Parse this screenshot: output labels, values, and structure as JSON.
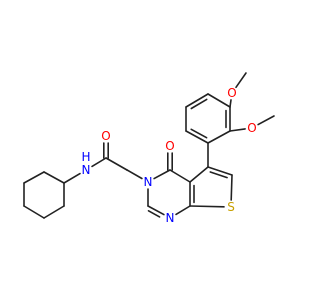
{
  "atoms": [
    {
      "id": "N_amide",
      "text": "N",
      "color": "#0000ff"
    },
    {
      "id": "H_amide",
      "text": "H",
      "color": "#0000ff"
    },
    {
      "id": "O_amide",
      "text": "O",
      "color": "#ff0000"
    },
    {
      "id": "O_carbonyl",
      "text": "O",
      "color": "#ff0000"
    },
    {
      "id": "N3",
      "text": "N",
      "color": "#0000ff"
    },
    {
      "id": "N1",
      "text": "N",
      "color": "#0000ff"
    },
    {
      "id": "S",
      "text": "S",
      "color": "#c8a000"
    },
    {
      "id": "O_methoxy_top",
      "text": "O",
      "color": "#ff0000"
    },
    {
      "id": "O_methoxy_right",
      "text": "O",
      "color": "#ff0000"
    }
  ]
}
